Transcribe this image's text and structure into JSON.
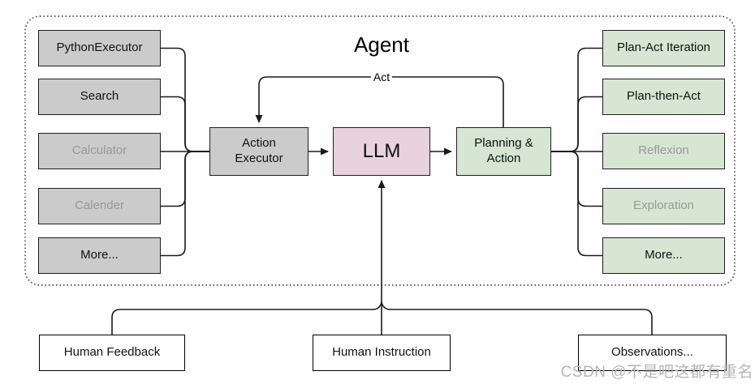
{
  "diagram": {
    "title": "Agent",
    "act_label": "Act",
    "tools": [
      {
        "label": "PythonExecutor",
        "disabled": false
      },
      {
        "label": "Search",
        "disabled": false
      },
      {
        "label": "Calculator",
        "disabled": true
      },
      {
        "label": "Calender",
        "disabled": true
      },
      {
        "label": "More...",
        "disabled": false
      }
    ],
    "core": {
      "action_executor": "Action Executor",
      "llm": "LLM",
      "planning_action": "Planning & Action"
    },
    "strategies": [
      {
        "label": "Plan-Act Iteration",
        "disabled": false
      },
      {
        "label": "Plan-then-Act",
        "disabled": false
      },
      {
        "label": "Reflexion",
        "disabled": true
      },
      {
        "label": "Exploration",
        "disabled": true
      },
      {
        "label": "More...",
        "disabled": false
      }
    ],
    "inputs": {
      "feedback": "Human Feedback",
      "instruction": "Human Instruction",
      "observations": "Observations..."
    },
    "colors": {
      "tool_fill": "#cbcbcb",
      "strategy_fill": "#d6e6d2",
      "llm_fill": "#e7d2de",
      "line": "#1a1a1a",
      "disabled_text": "#999999",
      "watermark_text": "#b5b5b5"
    }
  },
  "watermark": "CSDN @不是吧这都有重名"
}
